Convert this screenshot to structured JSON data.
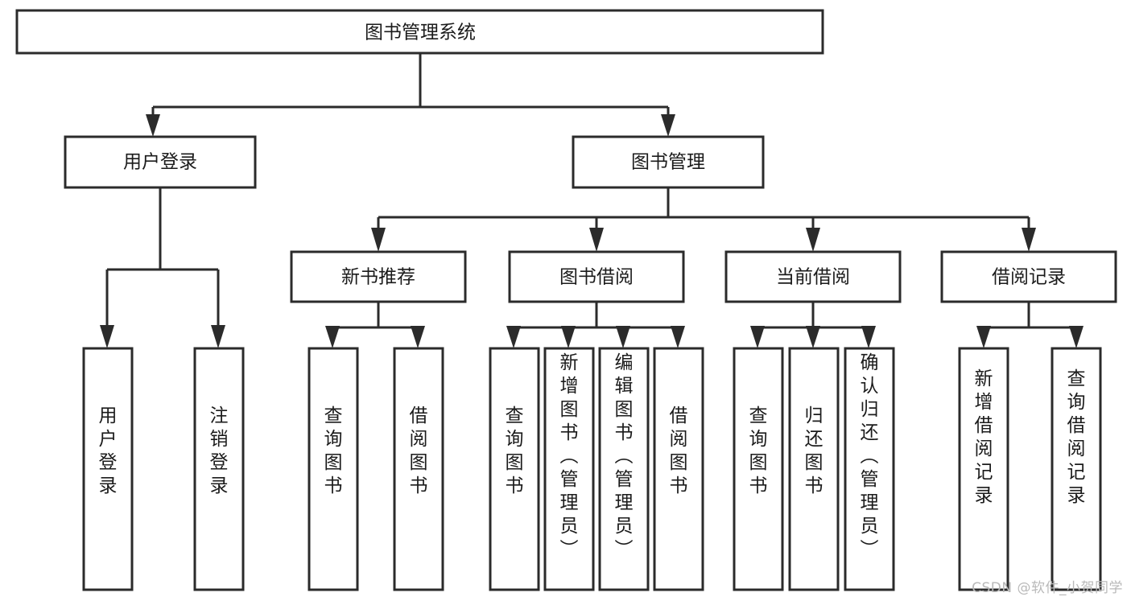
{
  "diagram": {
    "title": "图书管理系统",
    "type": "tree",
    "watermark": "CSDN @软件_小贺同学",
    "colors": {
      "box_stroke": "#2b2b2b",
      "box_fill": "#ffffff",
      "line": "#2b2b2b",
      "text": "#1b1b1b",
      "background": "#ffffff",
      "watermark": "#b9b9b9"
    },
    "root": {
      "label": "图书管理系统"
    },
    "level2": [
      {
        "id": "user-login",
        "label": "用户登录"
      },
      {
        "id": "book-manage",
        "label": "图书管理"
      }
    ],
    "level3": [
      {
        "id": "new-book-recommend",
        "label": "新书推荐",
        "parent": "book-manage"
      },
      {
        "id": "book-borrow",
        "label": "图书借阅",
        "parent": "book-manage"
      },
      {
        "id": "current-borrow",
        "label": "当前借阅",
        "parent": "book-manage"
      },
      {
        "id": "borrow-record",
        "label": "借阅记录",
        "parent": "book-manage"
      }
    ],
    "leaves": {
      "user-login": [
        {
          "id": "leaf-user-login",
          "label": "用户登录"
        },
        {
          "id": "leaf-logout",
          "label": "注销登录"
        }
      ],
      "new-book-recommend": [
        {
          "id": "leaf-query-book-1",
          "label": "查询图书"
        },
        {
          "id": "leaf-borrow-book-1",
          "label": "借阅图书"
        }
      ],
      "book-borrow": [
        {
          "id": "leaf-query-book-2",
          "label": "查询图书"
        },
        {
          "id": "leaf-add-book",
          "label": "新增图书（管理员）"
        },
        {
          "id": "leaf-edit-book",
          "label": "编辑图书（管理员）"
        },
        {
          "id": "leaf-borrow-book-2",
          "label": "借阅图书"
        }
      ],
      "current-borrow": [
        {
          "id": "leaf-query-book-3",
          "label": "查询图书"
        },
        {
          "id": "leaf-return-book",
          "label": "归还图书"
        },
        {
          "id": "leaf-confirm-return",
          "label": "确认归还（管理员）"
        }
      ],
      "borrow-record": [
        {
          "id": "leaf-add-record",
          "label": "新增借阅记录"
        },
        {
          "id": "leaf-query-record",
          "label": "查询借阅记录"
        }
      ]
    }
  }
}
